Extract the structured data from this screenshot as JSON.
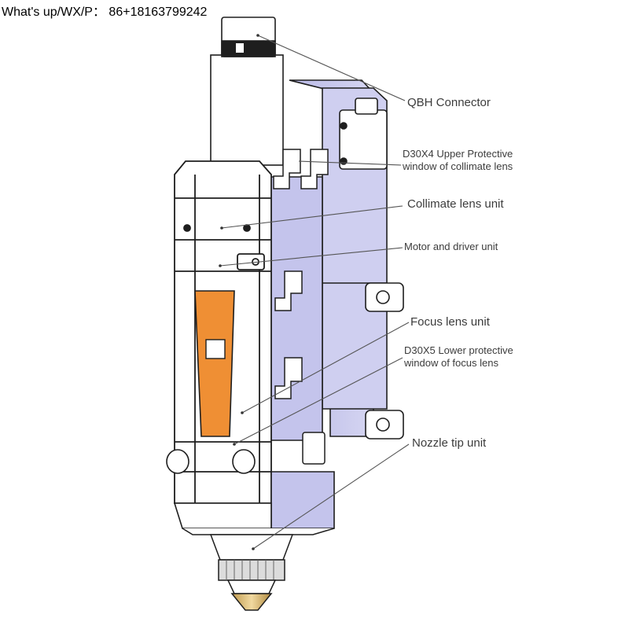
{
  "header": {
    "contact": "What's up/WX/P：  86+18163799242"
  },
  "colors": {
    "body_fill": "#ffffff",
    "side_fill": "#c9c9ee",
    "window_fill": "#ef8f34",
    "outline": "#1e1e1e",
    "leader": "#555555",
    "nozzle_tip": "#d9b66a"
  },
  "labels": {
    "qbh": "QBH Connector",
    "upper_window_line1": "D30X4 Upper Protective",
    "upper_window_line2": "window of collimate lens",
    "collimate": "Collimate lens unit",
    "motor": "Motor and driver unit",
    "focus": "Focus lens unit",
    "lower_window_line1": "D30X5 Lower protective",
    "lower_window_line2": "window of focus lens",
    "nozzle": "Nozzle tip unit"
  }
}
